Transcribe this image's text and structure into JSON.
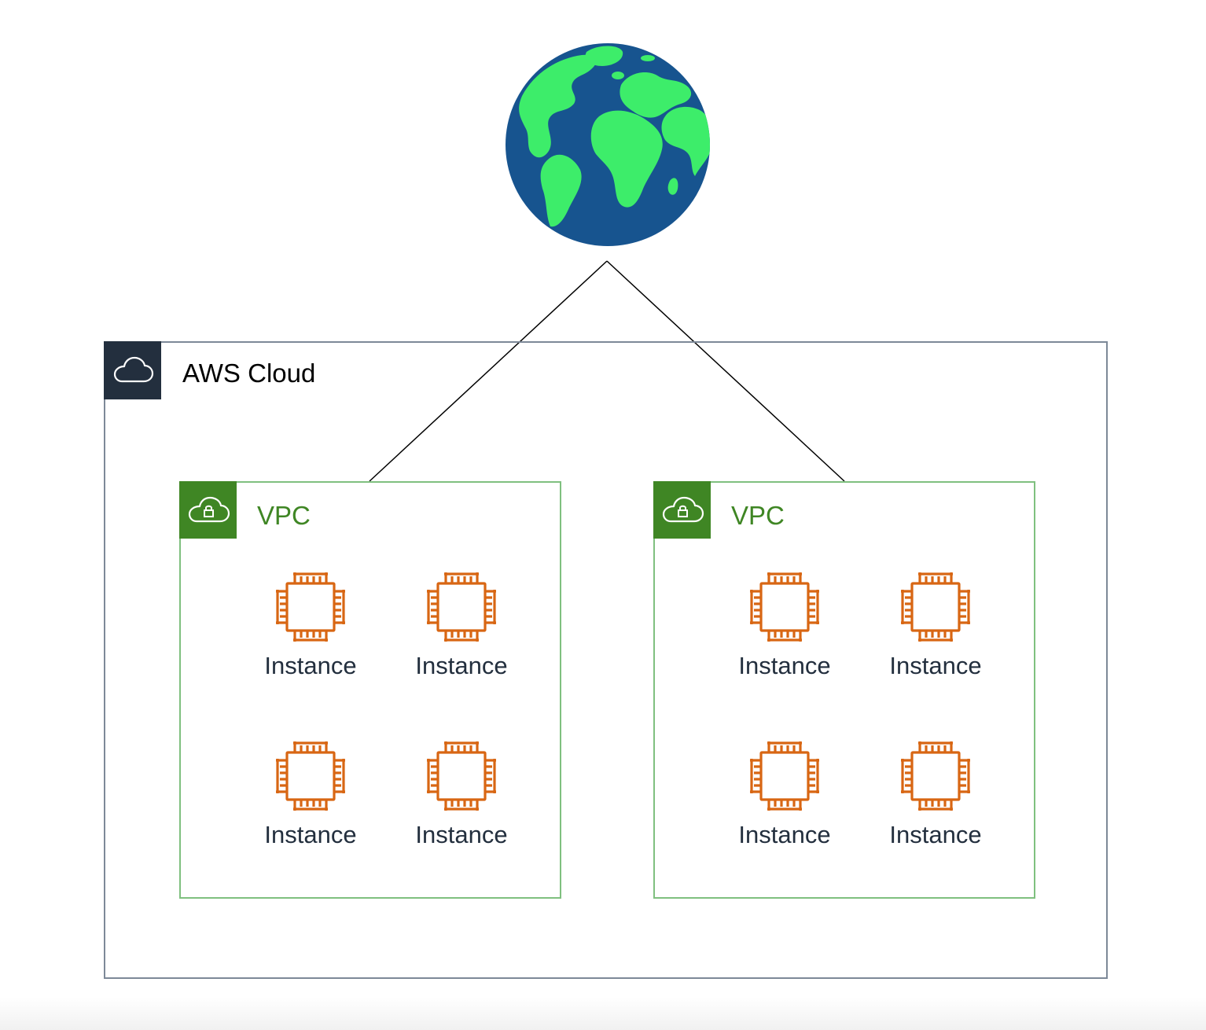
{
  "aws_cloud": {
    "label": "AWS Cloud",
    "icon": "cloud-icon"
  },
  "globe": {
    "icon": "globe-icon"
  },
  "vpcs": [
    {
      "label": "VPC",
      "icon": "vpc-cloud-lock-icon",
      "instances": [
        {
          "label": "Instance",
          "icon": "ec2-instance-icon"
        },
        {
          "label": "Instance",
          "icon": "ec2-instance-icon"
        },
        {
          "label": "Instance",
          "icon": "ec2-instance-icon"
        },
        {
          "label": "Instance",
          "icon": "ec2-instance-icon"
        }
      ]
    },
    {
      "label": "VPC",
      "icon": "vpc-cloud-lock-icon",
      "instances": [
        {
          "label": "Instance",
          "icon": "ec2-instance-icon"
        },
        {
          "label": "Instance",
          "icon": "ec2-instance-icon"
        },
        {
          "label": "Instance",
          "icon": "ec2-instance-icon"
        },
        {
          "label": "Instance",
          "icon": "ec2-instance-icon"
        }
      ]
    }
  ],
  "colors": {
    "aws_cloud_badge": "#232f3e",
    "aws_cloud_border": "#7d8998",
    "vpc_green": "#3f8624",
    "vpc_border": "#7fc07f",
    "instance_orange": "#d86613",
    "globe_ocean": "#17548f",
    "globe_land": "#3ded6a"
  }
}
